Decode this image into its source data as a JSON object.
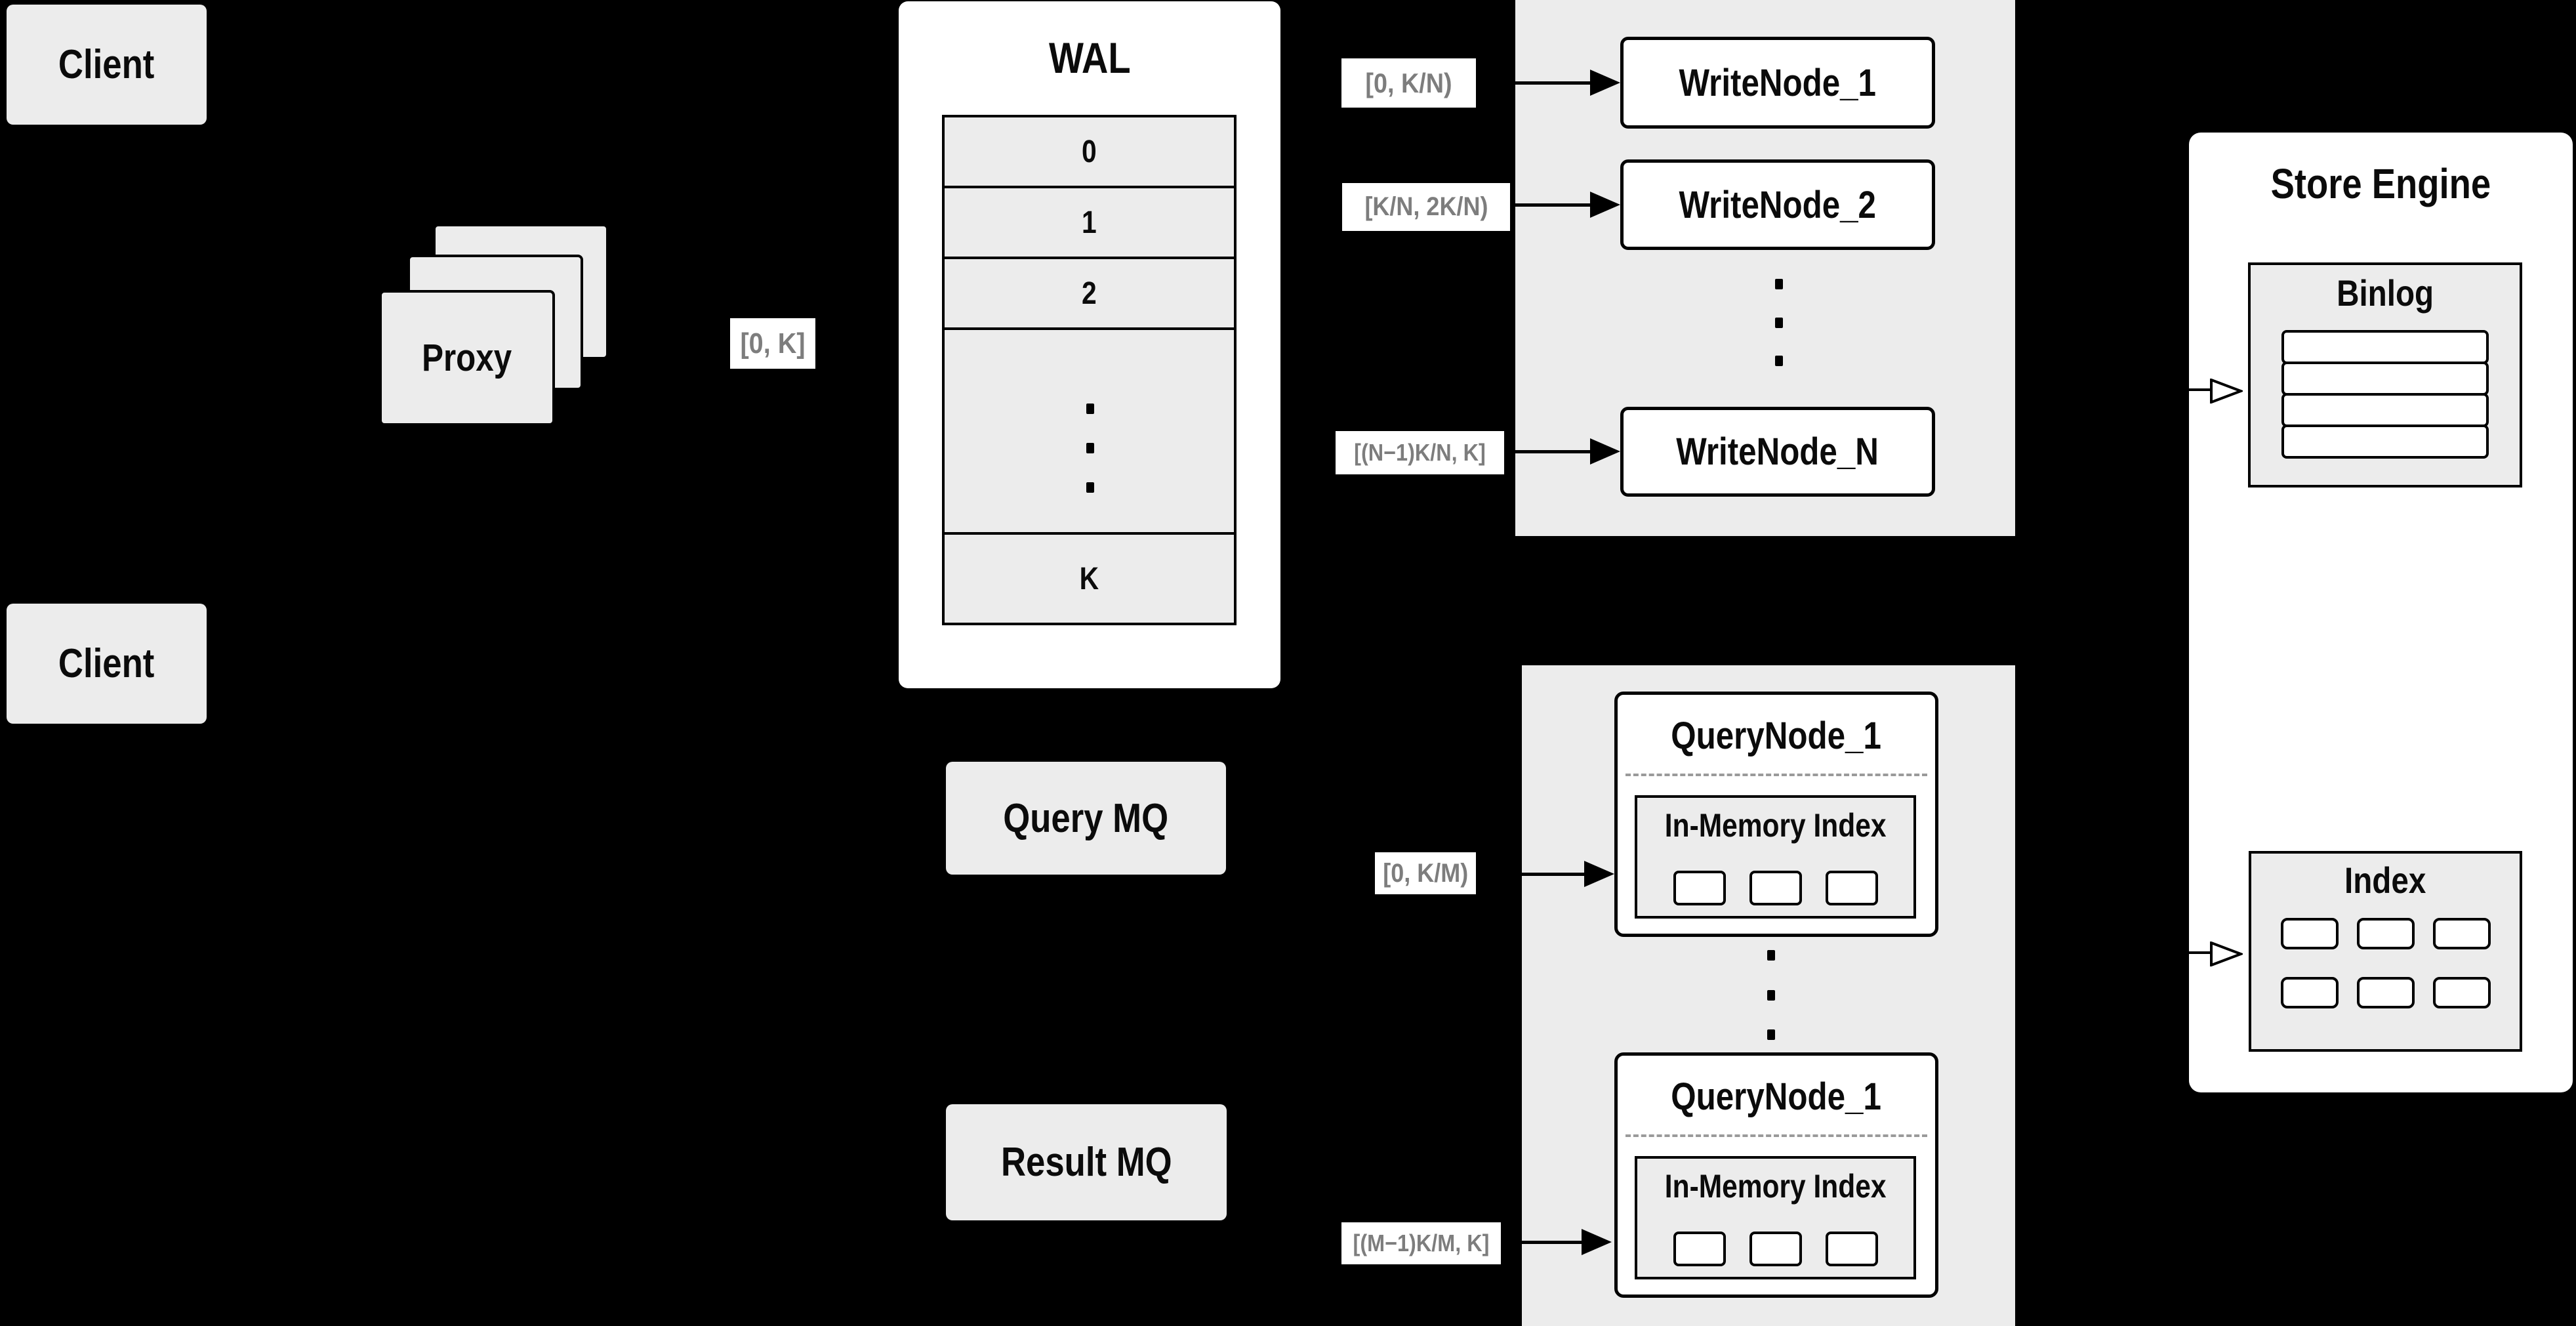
{
  "diagram": {
    "clients": [
      {
        "label": "Client"
      },
      {
        "label": "Client"
      }
    ],
    "proxy": {
      "label": "Proxy"
    },
    "proxy_to_wal_range": "[0, K]",
    "wal": {
      "title": "WAL",
      "segments": [
        "0",
        "1",
        "2"
      ],
      "last_segment": "K"
    },
    "write_nodes": [
      {
        "label": "WriteNode_1",
        "range": "[0, K/N)"
      },
      {
        "label": "WriteNode_2",
        "range": "[K/N, 2K/N)"
      },
      {
        "label": "WriteNode_N",
        "range": "[(N−1)K/N, K]"
      }
    ],
    "query_mq": {
      "label": "Query MQ"
    },
    "result_mq": {
      "label": "Result MQ"
    },
    "query_nodes": [
      {
        "title": "QueryNode_1",
        "inner_title": "In-Memory Index",
        "range": "[0, K/M)"
      },
      {
        "title": "QueryNode_1",
        "inner_title": "In-Memory Index",
        "range": "[(M−1)K/M, K]"
      }
    ],
    "store_engine": {
      "title": "Store Engine",
      "binlog_title": "Binlog",
      "index_title": "Index"
    }
  },
  "colors": {
    "background": "#000000",
    "panel_gray": "#ececec",
    "box_white": "#ffffff",
    "border": "#000000",
    "range_text": "#7d7d7d",
    "dashed_separator": "#9a9a9a"
  }
}
